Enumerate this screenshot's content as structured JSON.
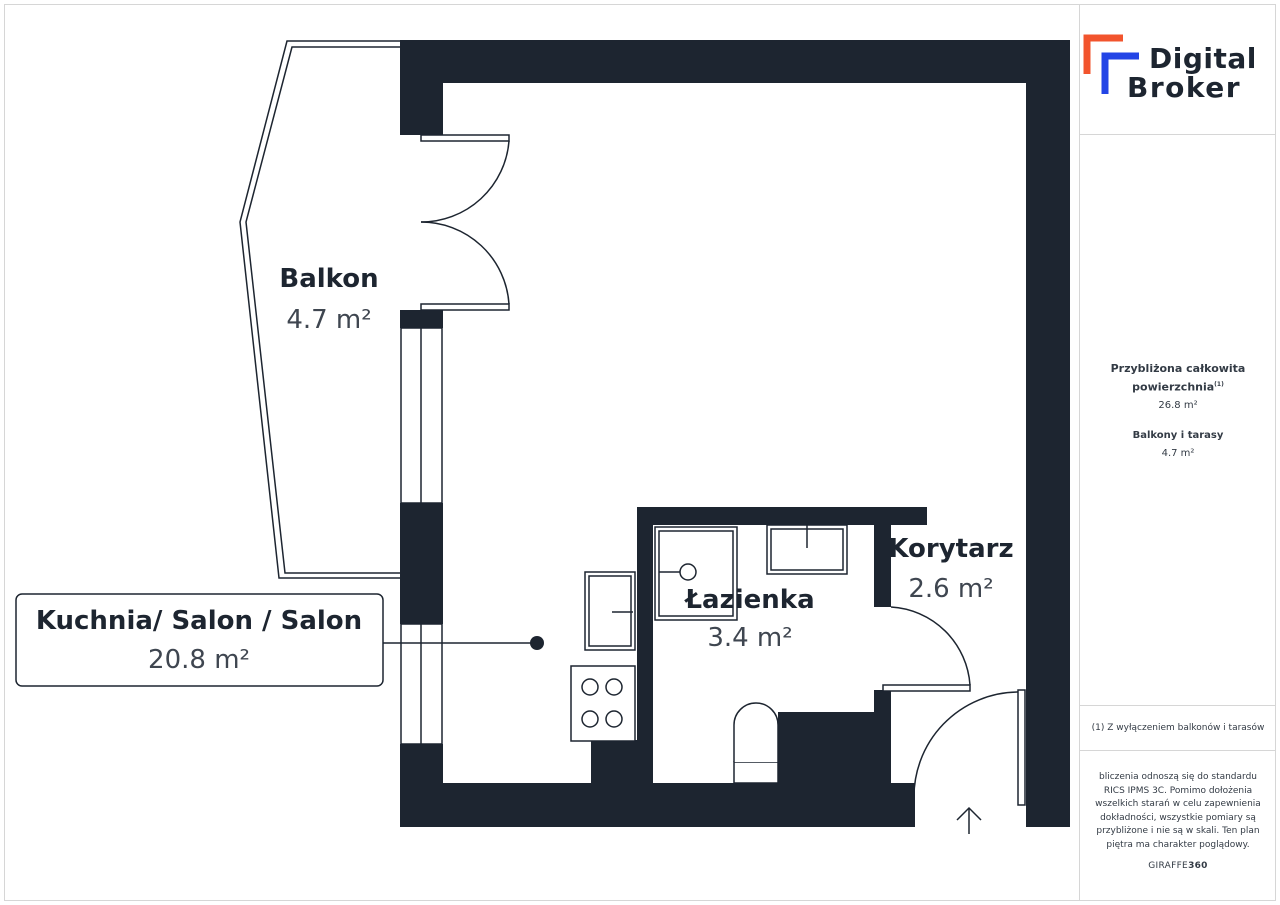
{
  "brand": {
    "name_line1": "Digital",
    "name_line2": "Broker",
    "colors": {
      "orange": "#f2542d",
      "blue": "#2345e6"
    }
  },
  "rooms": {
    "balkon": {
      "name": "Balkon",
      "area": "4.7 m²"
    },
    "kuchnia": {
      "name": "Kuchnia/ Salon / Salon",
      "area": "20.8 m²"
    },
    "lazienka": {
      "name": "Łazienka",
      "area": "3.4 m²"
    },
    "korytarz": {
      "name": "Korytarz",
      "area": "2.6 m²"
    }
  },
  "sidebar": {
    "total_label_line1": "Przybliżona całkowita",
    "total_label_line2": "powierzchnia",
    "total_footnote_mark": "(1)",
    "total_value": "26.8 m²",
    "balcony_label": "Balkony i tarasy",
    "balcony_value": "4.7 m²",
    "footnote": "(1) Z wyłączeniem balkonów i tarasów",
    "disclaimer_lines": [
      "bliczenia odnoszą się do standardu",
      "RICS IPMS 3C. Pomimo dołożenia",
      "wszelkich starań w celu zapewnienia",
      "dokładności, wszystkie pomiary są",
      "przybliżone i nie są w skali. Ten plan",
      "piętra ma charakter poglądowy."
    ],
    "credit_prefix": "GIRAFFE",
    "credit_suffix": "360"
  },
  "colors": {
    "wall": "#1d2530",
    "label_border": "#1d2530"
  }
}
